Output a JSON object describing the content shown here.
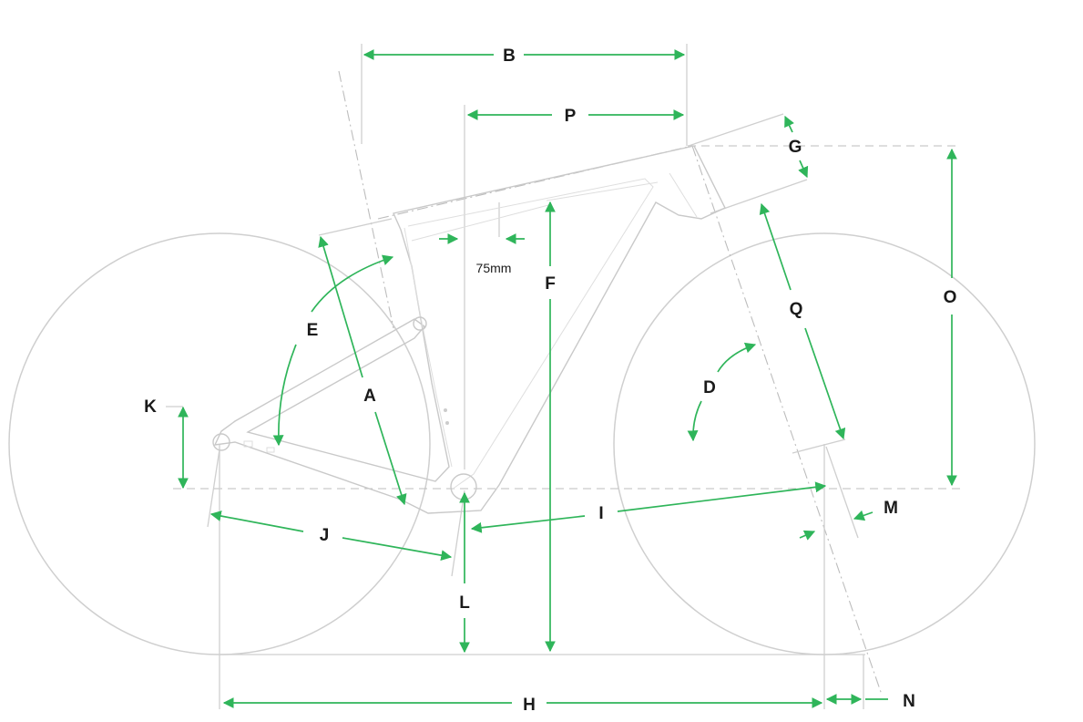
{
  "labels": {
    "A": "A",
    "B": "B",
    "D": "D",
    "E": "E",
    "F": "F",
    "G": "G",
    "H": "H",
    "I": "I",
    "J": "J",
    "K": "K",
    "L": "L",
    "M": "M",
    "N": "N",
    "O": "O",
    "P": "P",
    "Q": "Q"
  },
  "annotation_75mm": "75mm",
  "colors": {
    "dimension": "#2fb55a",
    "frame": "#c9c9c9",
    "text": "#1a1a1a"
  }
}
